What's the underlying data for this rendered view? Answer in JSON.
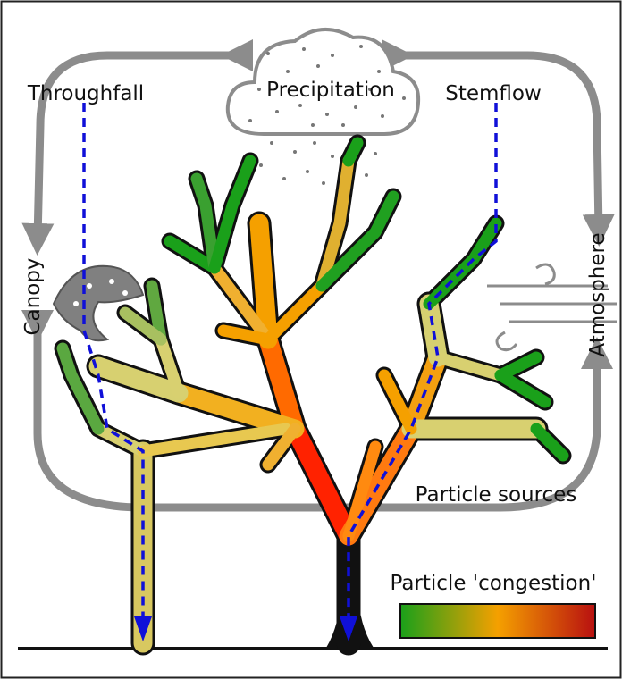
{
  "labels": {
    "precipitation": "Precipitation",
    "throughfall": "Throughfall",
    "stemflow": "Stemflow",
    "canopy": "Canopy",
    "atmosphere": "Atmosphere",
    "particle_sources": "Particle sources",
    "legend_title": "Particle 'congestion'"
  },
  "colors": {
    "gradient_low": "#1aa01a",
    "gradient_mid": "#f5a000",
    "gradient_high": "#b81010",
    "flow_arrow": "#1010d8",
    "cycle_arrow": "#8c8c8c",
    "throughfall_stream": "#d8c860",
    "canopy_particle_blob": "#808080"
  }
}
